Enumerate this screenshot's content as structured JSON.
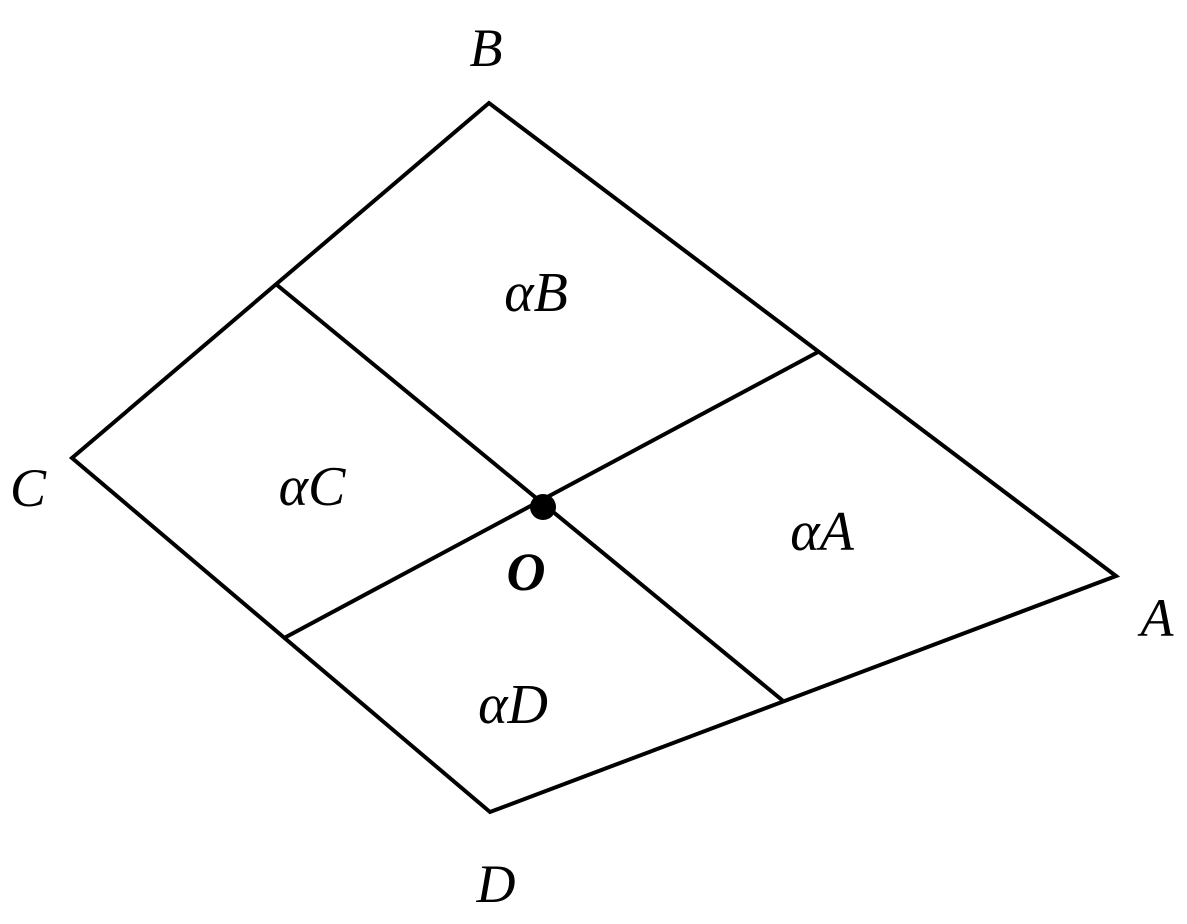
{
  "vertices": {
    "A": "A",
    "B": "B",
    "C": "C",
    "D": "D",
    "O": "O"
  },
  "regions": {
    "alpha_A": "αA",
    "alpha_B": "αB",
    "alpha_C": "αC",
    "alpha_D": "αD"
  },
  "colors": {
    "stroke": "#000000",
    "background": "#ffffff"
  }
}
